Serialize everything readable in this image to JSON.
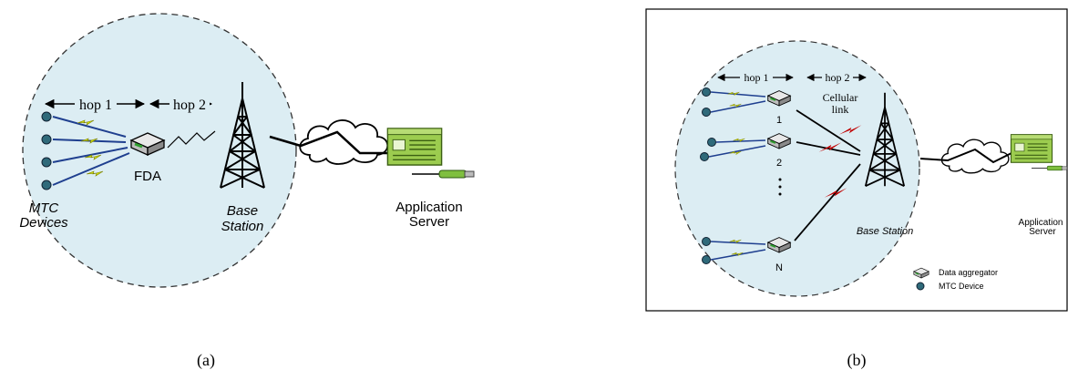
{
  "panel_a": {
    "hop1_label": "hop 1",
    "hop2_label": "hop 2",
    "device_label_line1": "MTC",
    "device_label_line2": "Devices",
    "fda_label": "FDA",
    "bs_label_line1": "Base",
    "bs_label_line2": "Station",
    "server_label_line1": "Application",
    "server_label_line2": "Server",
    "caption": "(a)"
  },
  "panel_b": {
    "hop1_label": "hop 1",
    "hop2_label": "hop 2",
    "cellular_line1": "Cellular",
    "cellular_line2": "link",
    "agg_label_1": "1",
    "agg_label_2": "2",
    "agg_label_n": "N",
    "dots": "·\n·\n·",
    "bs_label": "Base Station",
    "server_label_line1": "Application",
    "server_label_line2": "Server",
    "legend_aggregator": "Data aggregator",
    "legend_device": "MTC Device",
    "caption": "(b)"
  },
  "colors": {
    "cell_fill": "#dcedf3",
    "device_fill": "#2f6a7a",
    "wireless_link": "#1f3f8f",
    "spark": "#d4e000",
    "cellular_bolt": "#c00000",
    "server_fill": "#9ccc4f"
  }
}
